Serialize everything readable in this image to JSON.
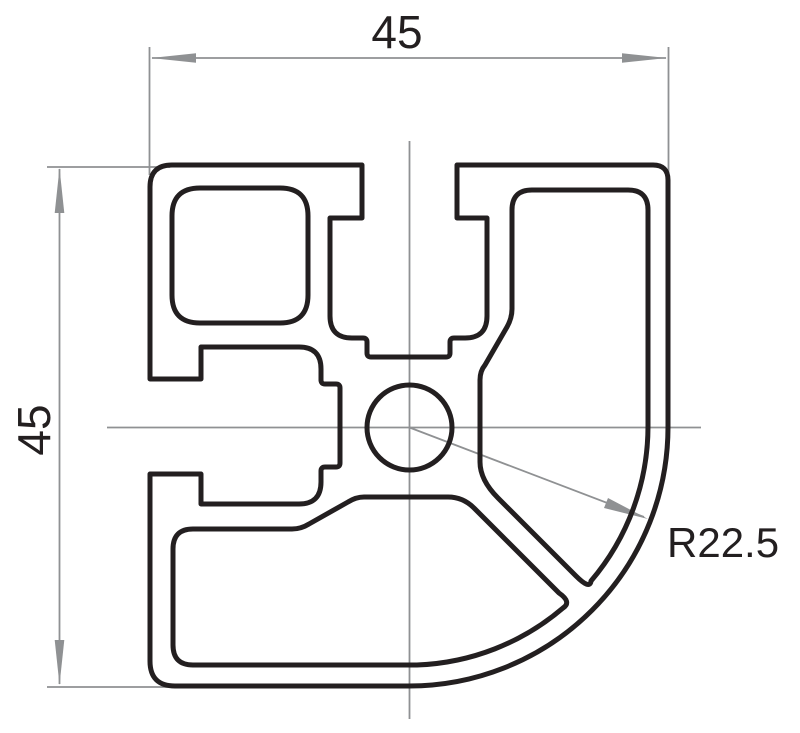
{
  "drawing": {
    "type": "technical-cross-section",
    "labels": {
      "width_dim": "45",
      "height_dim": "45",
      "corner_radius_dim": "R22.5"
    },
    "colors": {
      "outline": "#231f20",
      "dimension_lines": "#8f9193",
      "text": "#231f20",
      "background": "#ffffff"
    }
  }
}
